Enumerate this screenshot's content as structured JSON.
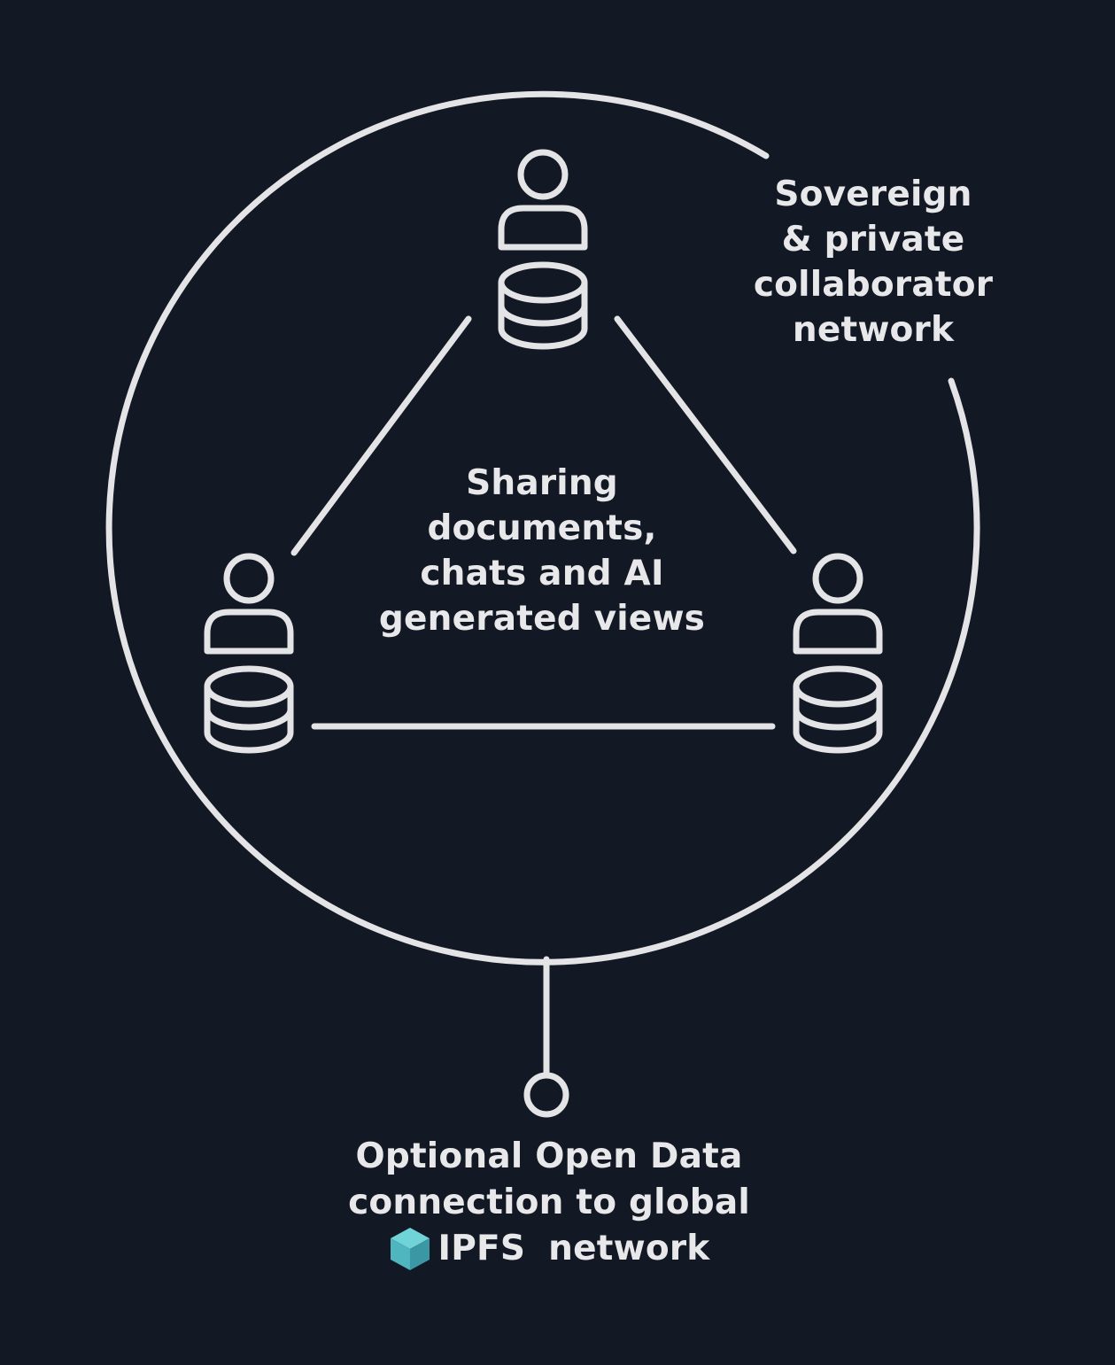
{
  "network_label": {
    "lines": [
      "Sovereign",
      "& private",
      "collaborator",
      "network"
    ]
  },
  "center_label": {
    "lines": [
      "Sharing",
      "documents,",
      "chats and AI",
      "generated views"
    ]
  },
  "bottom_label": {
    "lines": [
      "Optional Open Data",
      "connection to global"
    ],
    "ipfs_text": "IPFS",
    "last_word": "network"
  },
  "nodes": [
    {
      "id": "top-node",
      "icon": "user-database-icon"
    },
    {
      "id": "left-node",
      "icon": "user-database-icon"
    },
    {
      "id": "right-node",
      "icon": "user-database-icon"
    }
  ],
  "colors": {
    "background": "#121824",
    "stroke": "#e4e4e6",
    "ipfs_light": "#6fd3d8",
    "ipfs_mid": "#4fb6bf",
    "ipfs_dark": "#3a97a3"
  }
}
